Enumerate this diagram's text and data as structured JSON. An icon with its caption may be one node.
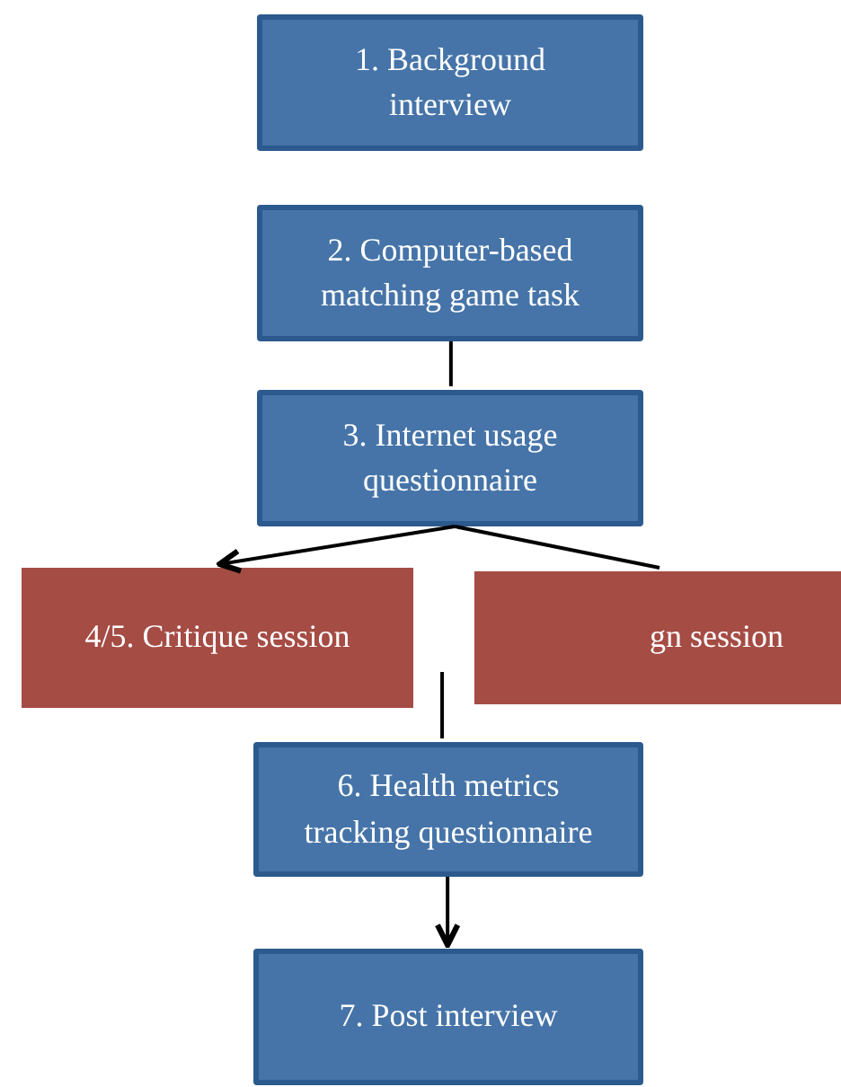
{
  "diagram": {
    "nodes": [
      {
        "text": [
          "1. Background interview"
        ]
      },
      {
        "text": [
          "2. Computer-based matching game task"
        ]
      },
      {
        "text": [
          "3. Internet usage questionnaire"
        ]
      },
      {
        "text": [
          "4/5. Critique session"
        ]
      },
      {
        "text": [
          "gn session"
        ]
      },
      {
        "text": [
          "6. Health metrics tracking questionnaire"
        ]
      },
      {
        "text": [
          "7. Post interview"
        ]
      }
    ],
    "edges": [
      {
        "from": 1,
        "to": 2,
        "arrow": "none"
      },
      {
        "from": 2,
        "to": 3,
        "arrow": "to"
      },
      {
        "from": 2,
        "to": 4,
        "arrow": "none"
      },
      {
        "from": null,
        "to": 5,
        "arrow": "none"
      },
      {
        "from": 5,
        "to": 6,
        "arrow": "to"
      }
    ]
  }
}
